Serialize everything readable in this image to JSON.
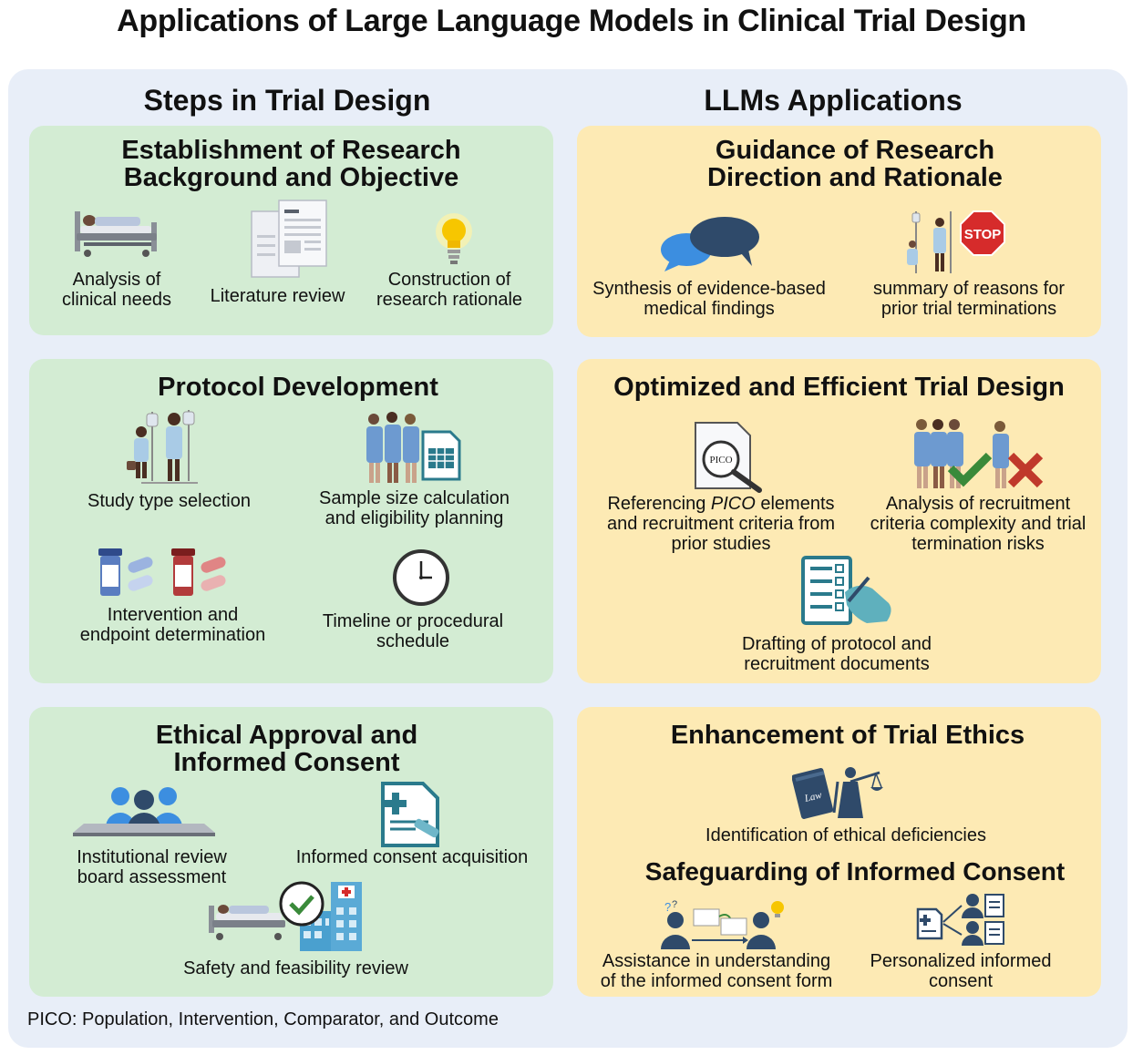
{
  "title": "Applications of Large Language Models in Clinical Trial Design",
  "left_heading": "Steps in Trial Design",
  "right_heading": "LLMs Applications",
  "footnote": "PICO: Population, Intervention, Comparator, and Outcome",
  "steps": {
    "background": {
      "title_l1": "Establishment of Research",
      "title_l2": "Background and Objective",
      "items": [
        {
          "l1": "Analysis of",
          "l2": "clinical needs",
          "icon": "hospital-bed-icon"
        },
        {
          "l1": "Literature review",
          "icon": "document-icon"
        },
        {
          "l1": "Construction of",
          "l2": "research rationale",
          "icon": "lightbulb-icon"
        }
      ]
    },
    "protocol": {
      "title": "Protocol Development",
      "items": [
        {
          "l1": "Study type selection",
          "icon": "patients-iv-icon"
        },
        {
          "l1": "Sample size calculation",
          "l2": "and eligibility planning",
          "icon": "patient-group-icon"
        },
        {
          "l1": "Intervention and",
          "l2": "endpoint determination",
          "icon": "medication-icon"
        },
        {
          "l1": "Timeline or procedural",
          "l2": "schedule",
          "icon": "clock-icon"
        }
      ]
    },
    "ethics": {
      "title_l1": "Ethical Approval and",
      "title_l2": "Informed Consent",
      "items": [
        {
          "l1": "Institutional review",
          "l2": "board assessment",
          "icon": "review-board-icon"
        },
        {
          "l1": "Informed consent acquisition",
          "icon": "consent-form-icon"
        },
        {
          "l1": "Safety and feasibility review",
          "icon": "hospital-check-icon"
        }
      ]
    }
  },
  "apps": {
    "guidance": {
      "title_l1": "Guidance of Research",
      "title_l2": "Direction and Rationale",
      "items": [
        {
          "l1": "Synthesis of evidence-based",
          "l2": "medical findings",
          "icon": "chat-bubbles-icon"
        },
        {
          "l1": "summary of reasons for",
          "l2": "prior trial terminations",
          "icon": "stop-sign-icon"
        }
      ],
      "stop_text": "STOP"
    },
    "optimized": {
      "title": "Optimized and Efficient Trial Design",
      "pico_label": "PICO",
      "items": [
        {
          "l1_pre": "Referencing ",
          "l1_em": "PICO",
          "l1_post": " elements",
          "l2": "and recruitment criteria from",
          "l3": "prior studies",
          "icon": "pico-magnifier-icon"
        },
        {
          "l1": "Analysis of recruitment",
          "l2": "criteria complexity and trial",
          "l3": "termination risks",
          "icon": "check-cross-icon"
        },
        {
          "l1": "Drafting of protocol and",
          "l2": "recruitment documents",
          "icon": "checklist-writing-icon"
        }
      ]
    },
    "ethics": {
      "title": "Enhancement of Trial Ethics",
      "law_text": "Law",
      "items": [
        {
          "l1": "Identification of ethical deficiencies",
          "icon": "law-justice-icon"
        }
      ],
      "subtitle": "Safeguarding of Informed Consent",
      "sub_items": [
        {
          "l1": "Assistance in understanding",
          "l2": "of the informed consent form",
          "icon": "explain-icon"
        },
        {
          "l1": "Personalized informed",
          "l2": "consent",
          "icon": "personalized-consent-icon"
        }
      ]
    }
  },
  "colors": {
    "green_panel": "#d3ecd3",
    "yellow_panel": "#fdeab4",
    "outer_bg": "#e8eef8",
    "teal": "#2a7a8c",
    "navy": "#2f4a6a",
    "stop_red": "#d62b2b",
    "check_green": "#3a8a3a",
    "cross_red": "#c0392b"
  }
}
